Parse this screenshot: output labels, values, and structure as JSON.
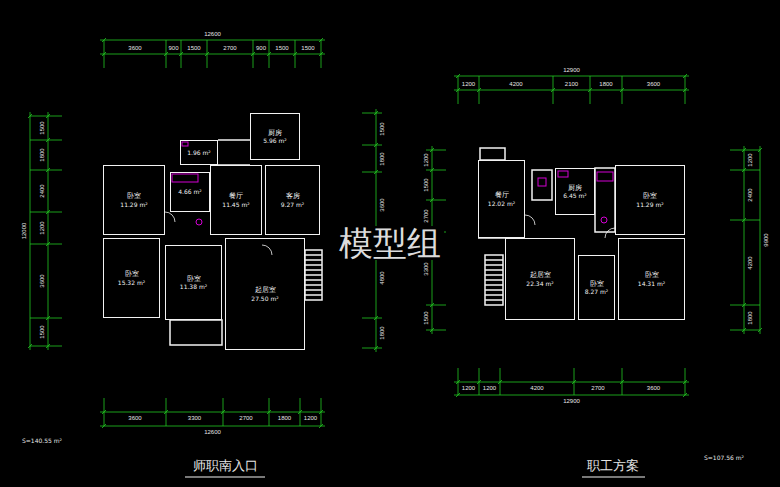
{
  "diagram": {
    "nodes": [
      {
        "text": [
          "厨房",
          "5.96 m²"
        ]
      },
      {
        "text": [
          "1.96 m²"
        ]
      },
      {
        "text": [
          "4.66 m²"
        ]
      },
      {
        "text": [
          "卧室",
          "11.29 m²"
        ]
      },
      {
        "text": [
          "餐厅",
          "11.45 m²"
        ]
      },
      {
        "text": [
          "客房",
          "9.27 m²"
        ]
      },
      {
        "text": [
          "卧室",
          "15.32 m²"
        ]
      },
      {
        "text": [
          "卧室",
          "11.38 m²"
        ]
      },
      {
        "text": [
          "起居室",
          "27.50 m²"
        ]
      },
      {
        "text": [
          "餐厅",
          "12.02 m²"
        ]
      },
      {
        "text": [
          "厨房",
          "6.45 m²"
        ]
      },
      {
        "text": [
          "卧室",
          "11.29 m²"
        ]
      },
      {
        "text": [
          "起居室",
          "22.34 m²"
        ]
      },
      {
        "text": [
          "卧室",
          "8.27 m²"
        ]
      },
      {
        "text": [
          "卧室",
          "14.31 m²"
        ]
      }
    ],
    "labels": [
      "12600",
      "3600",
      "900",
      "1500",
      "2700",
      "900",
      "1500",
      "1500",
      "12000",
      "1500",
      "1800",
      "2400",
      "1200",
      "3600",
      "1500",
      "1500",
      "1800",
      "3600",
      "4800",
      "1800",
      "3600",
      "3300",
      "2700",
      "1800",
      "1200",
      "12600",
      "12900",
      "1200",
      "4200",
      "2100",
      "1800",
      "3600",
      "1200",
      "1500",
      "2700",
      "3300",
      "1500",
      "9900",
      "1200",
      "2400",
      "4200",
      "1800",
      "1200",
      "1200",
      "4200",
      "2700",
      "3600",
      "12900",
      "模型组",
      "师职南入口",
      "S=140.55 m²",
      "职工方案",
      "S=107.56 m²"
    ]
  }
}
